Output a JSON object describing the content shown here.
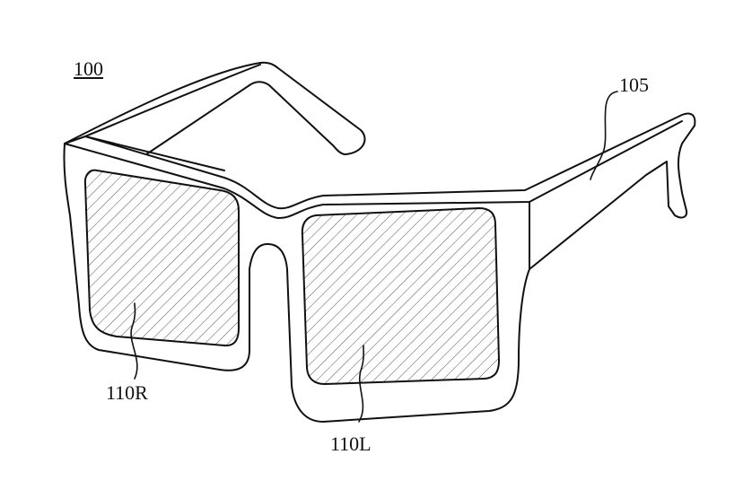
{
  "figure": {
    "figure_label": "100",
    "labels": {
      "frame": "105",
      "right_lens": "110R",
      "left_lens": "110L"
    },
    "colors": {
      "line": "#111111",
      "hatch": "#555555"
    }
  }
}
